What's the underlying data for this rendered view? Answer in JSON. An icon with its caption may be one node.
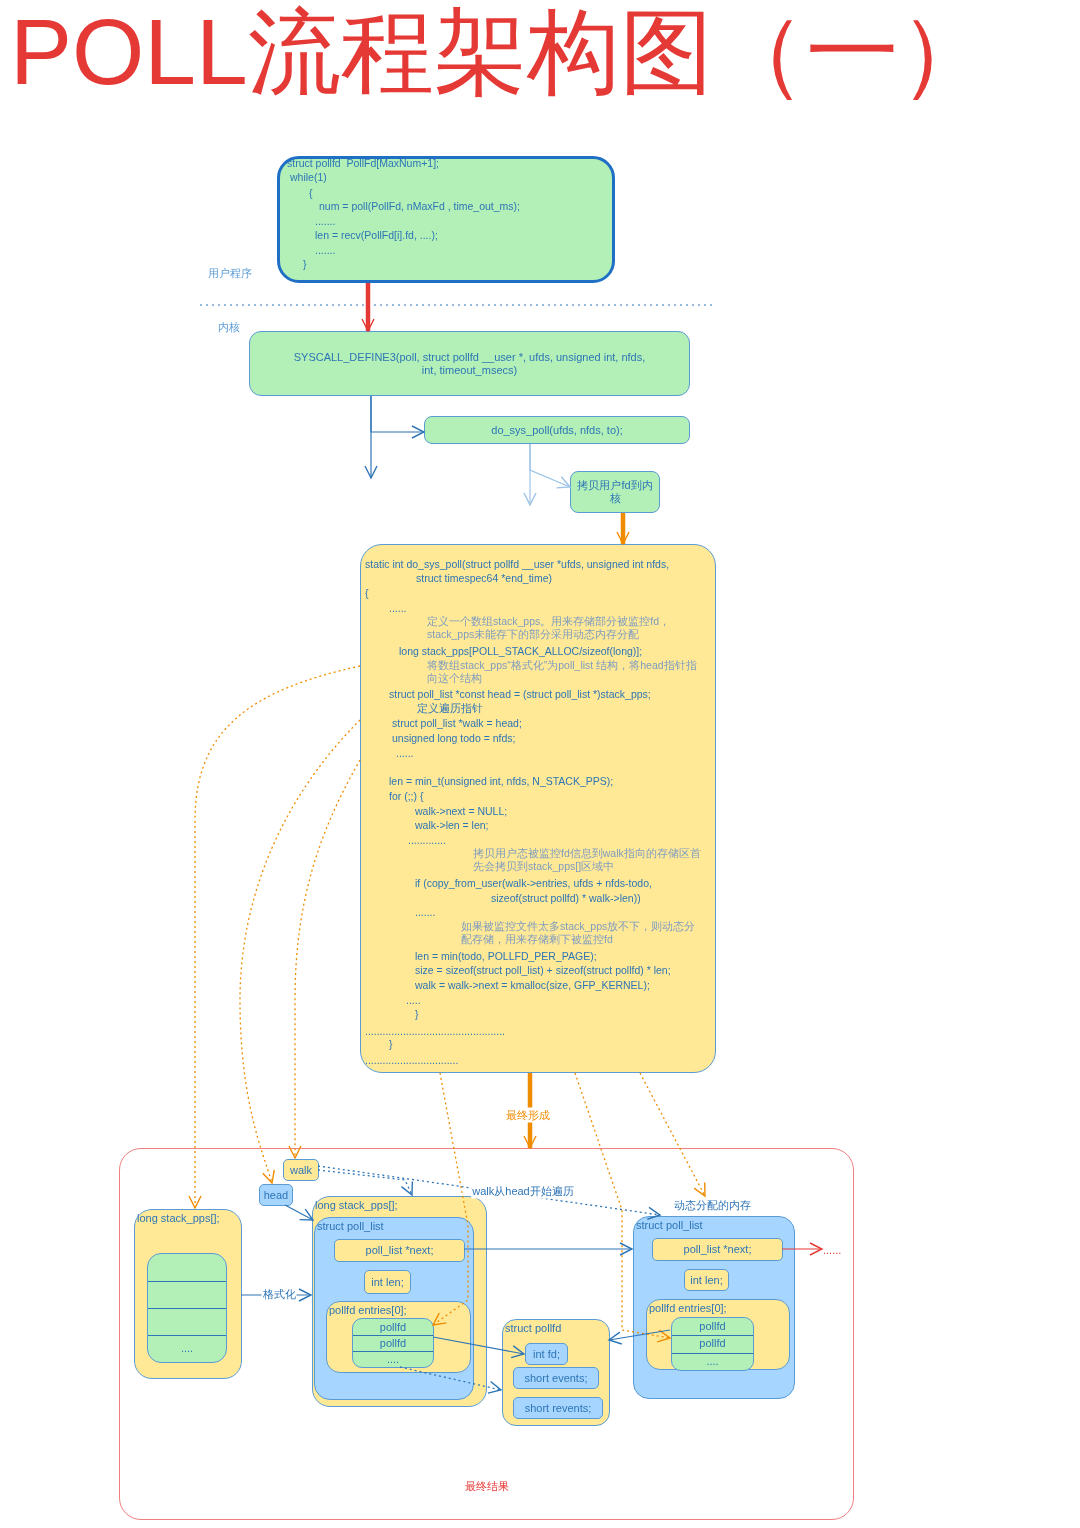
{
  "diagram": {
    "title": "POLL流程架构图（一）",
    "nodes": [
      {
        "text": [
          "struct pollfd  PollFd[MaxNum+1];",
          "while(1)",
          "{",
          "num = poll(PollFd, nMaxFd , time_out_ms);",
          ".......",
          "len = recv(PollFd[i].fd, ....);",
          ".......",
          "}"
        ]
      },
      {
        "text": [
          "SYSCALL_DEFINE3(poll, struct pollfd __user *, ufds, unsigned int, nfds, int, timeout_msecs)"
        ]
      },
      {
        "text": [
          "do_sys_poll(ufds, nfds, to);"
        ]
      },
      {
        "text": [
          "拷贝用户fd到内核"
        ]
      },
      {
        "text": [
          "static int do_sys_poll(struct pollfd __user *ufds, unsigned int nfds,",
          "struct timespec64 *end_time)",
          "{",
          "......",
          "定义一个数组stack_pps。用来存储部分被监控fd，stack_pps未能存下的部分采用动态内存分配",
          "long stack_pps[POLL_STACK_ALLOC/sizeof(long)];",
          "将数组stack_pps“格式化”为poll_list 结构，将head指针指向这个结构",
          "struct poll_list *const head = (struct poll_list *)stack_pps;",
          "定义遍历指针",
          "struct poll_list *walk = head;",
          "unsigned long todo = nfds;",
          "......",
          "len = min_t(unsigned int, nfds, N_STACK_PPS);",
          "for (;;) {",
          "walk->next = NULL;",
          "walk->len = len;",
          ".............",
          "拷贝用户态被监控fd信息到walk指向的存储区首先会拷贝到stack_pps[]区域中",
          "if (copy_from_user(walk->entries, ufds + nfds-todo,",
          "sizeof(struct pollfd) * walk->len))",
          ".......",
          "如果被监控文件太多stack_pps放不下，则动态分配存储，用来存储剩下被监控fd",
          "len = min(todo, POLLFD_PER_PAGE);",
          "size = sizeof(struct poll_list) + sizeof(struct pollfd) * len;",
          "walk = walk->next = kmalloc(size, GFP_KERNEL);",
          ".....",
          "}",
          "................................................",
          "}",
          "................................"
        ]
      },
      {
        "text": [
          "最终结果"
        ]
      },
      {
        "text": [
          "walk"
        ],
        "in": 5
      },
      {
        "text": [
          "head"
        ],
        "in": 5
      },
      {
        "text": [
          "long stack_pps[];"
        ],
        "in": 5
      },
      {
        "text": [
          "...."
        ],
        "in": 8
      },
      {
        "text": [
          "long stack_pps[];"
        ],
        "in": 5
      },
      {
        "text": [
          "struct poll_list"
        ],
        "in": 10
      },
      {
        "text": [
          "poll_list *next;"
        ],
        "in": 11
      },
      {
        "text": [
          "int len;"
        ],
        "in": 11
      },
      {
        "text": [
          "pollfd entries[0];"
        ],
        "in": 11
      },
      {
        "text": [
          "pollfd",
          "pollfd",
          "...."
        ],
        "in": 14
      },
      {
        "text": [
          "struct pollfd"
        ],
        "in": 5
      },
      {
        "text": [
          "int fd;"
        ],
        "in": 16
      },
      {
        "text": [
          "short events;"
        ],
        "in": 16
      },
      {
        "text": [
          "short revents;"
        ],
        "in": 16
      },
      {
        "text": [
          "struct poll_list"
        ],
        "in": 5
      },
      {
        "text": [
          "poll_list *next;"
        ],
        "in": 20
      },
      {
        "text": [
          "int len;"
        ],
        "in": 20
      },
      {
        "text": [
          "pollfd entries[0];"
        ],
        "in": 20
      },
      {
        "text": [
          "pollfd",
          "pollfd",
          "...."
        ],
        "in": 23
      },
      {
        "text": [
          "动态分配的内存"
        ],
        "in": 5
      },
      {
        "text": [
          "......"
        ],
        "in": 5
      }
    ],
    "edges": [
      {
        "from": 0,
        "to": 1,
        "arrow": "to",
        "style": "thick",
        "color": "#e53935"
      },
      {
        "from": 1,
        "to": 2,
        "arrow": "to"
      },
      {
        "from": 1,
        "to": null,
        "arrow": "to"
      },
      {
        "from": 2,
        "to": 3,
        "arrow": "to",
        "color": "#9dc3e6"
      },
      {
        "from": 2,
        "to": null,
        "arrow": "to",
        "color": "#9dc3e6"
      },
      {
        "from": 3,
        "to": 4,
        "arrow": "to",
        "style": "thick",
        "color": "#f08c00"
      },
      {
        "from": 4,
        "to": 5,
        "arrow": "to",
        "label": "最终形成",
        "style": "thick",
        "color": "#f08c00"
      },
      {
        "from": 4,
        "to": 8,
        "arrow": "to",
        "style": "dashed",
        "color": "#f08c00"
      },
      {
        "from": 4,
        "to": 7,
        "arrow": "to",
        "style": "dashed",
        "color": "#f08c00"
      },
      {
        "from": 4,
        "to": 6,
        "arrow": "to",
        "style": "dashed",
        "color": "#f08c00"
      },
      {
        "from": 4,
        "to": 15,
        "arrow": "to",
        "style": "dashed",
        "color": "#f08c00"
      },
      {
        "from": 4,
        "to": 24,
        "arrow": "to",
        "style": "dashed",
        "color": "#f08c00"
      },
      {
        "from": 4,
        "to": 25,
        "arrow": "to",
        "style": "dashed",
        "color": "#f08c00"
      },
      {
        "from": 6,
        "to": 10,
        "arrow": "to",
        "style": "dashed"
      },
      {
        "from": 6,
        "to": 20,
        "arrow": "to",
        "label": "walk从head开始遍历",
        "style": "dashed"
      },
      {
        "from": 7,
        "to": 11,
        "arrow": "to"
      },
      {
        "from": 8,
        "to": 10,
        "arrow": "to",
        "label": "格式化"
      },
      {
        "from": 12,
        "to": 20,
        "arrow": "to"
      },
      {
        "from": 15,
        "to": 17,
        "arrow": "to"
      },
      {
        "from": 15,
        "to": 16,
        "arrow": "to",
        "style": "dashed"
      },
      {
        "from": 24,
        "to": 16,
        "arrow": "to"
      },
      {
        "from": 21,
        "to": 26,
        "arrow": "to",
        "color": "#e53935"
      }
    ],
    "labels": [
      "用户程序",
      "内核"
    ]
  }
}
